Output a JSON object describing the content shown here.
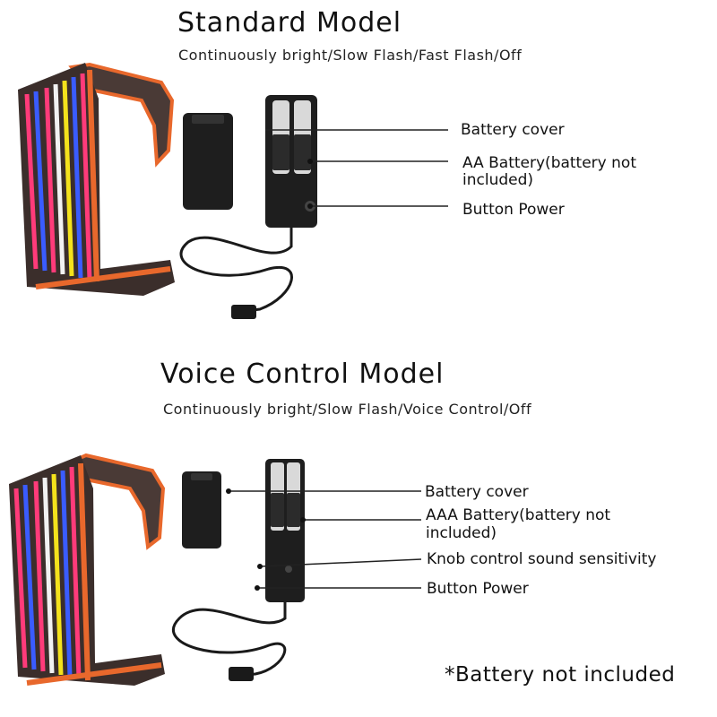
{
  "standard": {
    "title": "Standard Model",
    "modes": "Continuously bright/Slow Flash/Fast Flash/Off",
    "labels": {
      "battery_cover": "Battery cover",
      "battery_line1": "AA Battery(battery not",
      "battery_line2": "included)",
      "button_power": "Button Power"
    }
  },
  "voice": {
    "title": "Voice Control Model",
    "modes": "Continuously bright/Slow Flash/Voice Control/Off",
    "labels": {
      "battery_cover": "Battery cover",
      "battery_line1": "AAA Battery(battery not",
      "battery_line2": "included)",
      "knob": "Knob control sound sensitivity",
      "button_power": "Button Power"
    }
  },
  "note": "*Battery not included",
  "colors": {
    "frame": "#e8682c",
    "frame_dark": "#4a3a36",
    "el_pink": "#ff3b7a",
    "el_blue": "#3a5cff",
    "el_yellow": "#f4e21c",
    "el_white": "#f2f2f2",
    "battery_pack": "#1e1e1e",
    "cable": "#1a1a1a"
  }
}
